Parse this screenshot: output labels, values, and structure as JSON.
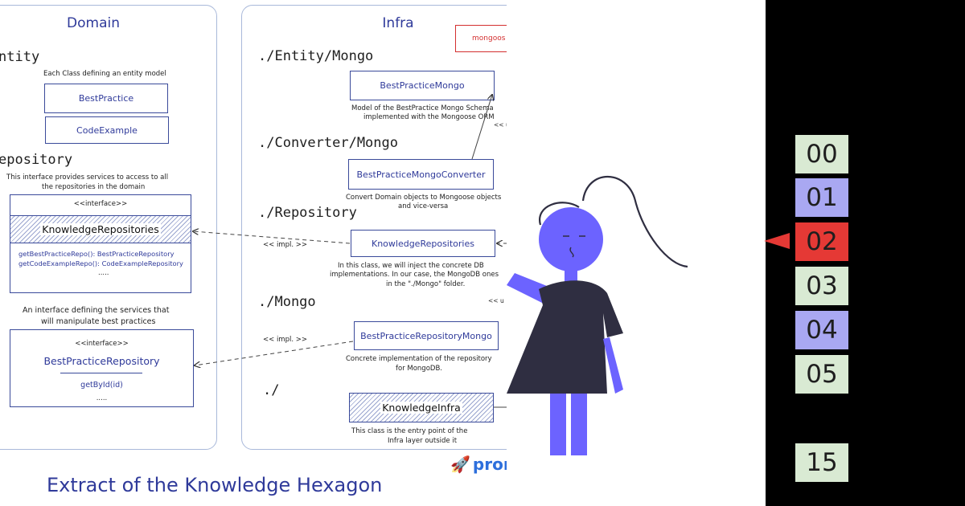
{
  "caption": "Extract of the Knowledge Hexagon",
  "logo_text": "prom",
  "domain": {
    "title": "Domain",
    "entity_heading": "ntity",
    "entity_note": "Each Class defining an entity model",
    "entities": [
      "BestPractice",
      "CodeExample"
    ],
    "repository_heading": "epository",
    "repository_note_1": "This interface provides services to access to all",
    "repository_note_2": "the repositories in the domain",
    "knowledge_iface_stereotype": "<<interface>>",
    "knowledge_iface_name": "KnowledgeRepositories",
    "knowledge_iface_methods": [
      "getBestPracticeRepo(): BestPracticeRepository",
      "getCodeExampleRepo(): CodeExampleRepository",
      "....."
    ],
    "bp_note_1": "An interface defining the services that",
    "bp_note_2": "will manipulate best practices",
    "bp_iface_stereotype": "<<interface>>",
    "bp_iface_name": "BestPracticeRepository",
    "bp_iface_methods": [
      "getById(id)",
      "....."
    ]
  },
  "infra": {
    "title": "Infra",
    "tag": "mongoos",
    "sections": {
      "entity": "./Entity/Mongo",
      "converter": "./Converter/Mongo",
      "repository": "./Repository",
      "mongo": "./Mongo",
      "root": "./"
    },
    "bp_mongo": "BestPracticeMongo",
    "bp_mongo_note_1": "Model of the BestPractice Mongo Schema",
    "bp_mongo_note_2": "implemented with the Mongoose ORM",
    "converter": "BestPracticeMongoConverter",
    "converter_note_1": "Convert Domain objects to Mongoose objects",
    "converter_note_2": "and vice-versa",
    "knowledge_repos": "KnowledgeRepositories",
    "knowledge_repos_note_1": "In this class, we will inject the concrete DB",
    "knowledge_repos_note_2": "implementations. In our case, the MongoDB ones",
    "knowledge_repos_note_3": "in the \"./Mongo\" folder.",
    "bp_repo_mongo": "BestPracticeRepositoryMongo",
    "bp_repo_mongo_note_1": "Concrete implementation of the repository",
    "bp_repo_mongo_note_2": "for MongoDB.",
    "knowledge_infra": "KnowledgeInfra",
    "knowledge_infra_note_1": "This class is the entry point of the",
    "knowledge_infra_note_2": "Infra layer outside it",
    "impl_label": "<< impl. >>",
    "side_label_1": "<< u",
    "side_label_2": "<< u"
  },
  "tiles": [
    {
      "label": "00",
      "color": "#d9ead3"
    },
    {
      "label": "01",
      "color": "#a9a8f2"
    },
    {
      "label": "02",
      "color": "#e53935"
    },
    {
      "label": "03",
      "color": "#d9ead3"
    },
    {
      "label": "04",
      "color": "#a9a8f2"
    },
    {
      "label": "05",
      "color": "#d9ead3"
    },
    {
      "label": "15",
      "color": "#d9ead3"
    }
  ],
  "colors": {
    "accent_blue": "#2f3a9a",
    "figure_purple": "#6c63ff",
    "figure_dark": "#2f2e41",
    "pointer_red": "#e53935"
  }
}
